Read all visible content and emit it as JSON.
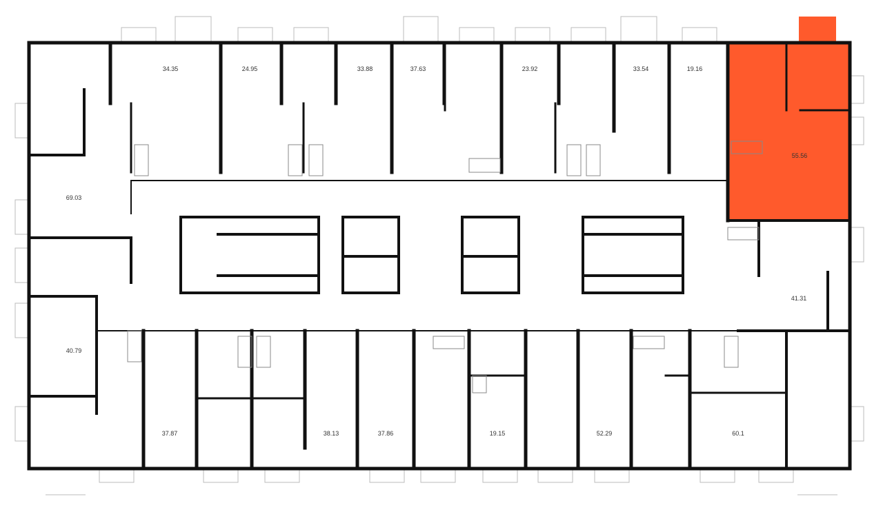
{
  "plan": {
    "highlight_color": "#ff5a2c",
    "wall_color": "#111111",
    "apartments": [
      {
        "id": "a1",
        "area": "34.35",
        "highlighted": false
      },
      {
        "id": "a2",
        "area": "24.95",
        "highlighted": false
      },
      {
        "id": "a3",
        "area": "33.88",
        "highlighted": false
      },
      {
        "id": "a4",
        "area": "37.63",
        "highlighted": false
      },
      {
        "id": "a5",
        "area": "23.92",
        "highlighted": false
      },
      {
        "id": "a6",
        "area": "33.54",
        "highlighted": false
      },
      {
        "id": "a7",
        "area": "19.16",
        "highlighted": false
      },
      {
        "id": "a8",
        "area": "55.56",
        "highlighted": true
      },
      {
        "id": "a9",
        "area": "69.03",
        "highlighted": false
      },
      {
        "id": "a10",
        "area": "40.79",
        "highlighted": false
      },
      {
        "id": "a11",
        "area": "41.31",
        "highlighted": false
      },
      {
        "id": "a12",
        "area": "37.87",
        "highlighted": false
      },
      {
        "id": "a13",
        "area": "38.13",
        "highlighted": false
      },
      {
        "id": "a14",
        "area": "37.86",
        "highlighted": false
      },
      {
        "id": "a15",
        "area": "19.15",
        "highlighted": false
      },
      {
        "id": "a16",
        "area": "52.29",
        "highlighted": false
      },
      {
        "id": "a17",
        "area": "60.1",
        "highlighted": false
      }
    ]
  }
}
